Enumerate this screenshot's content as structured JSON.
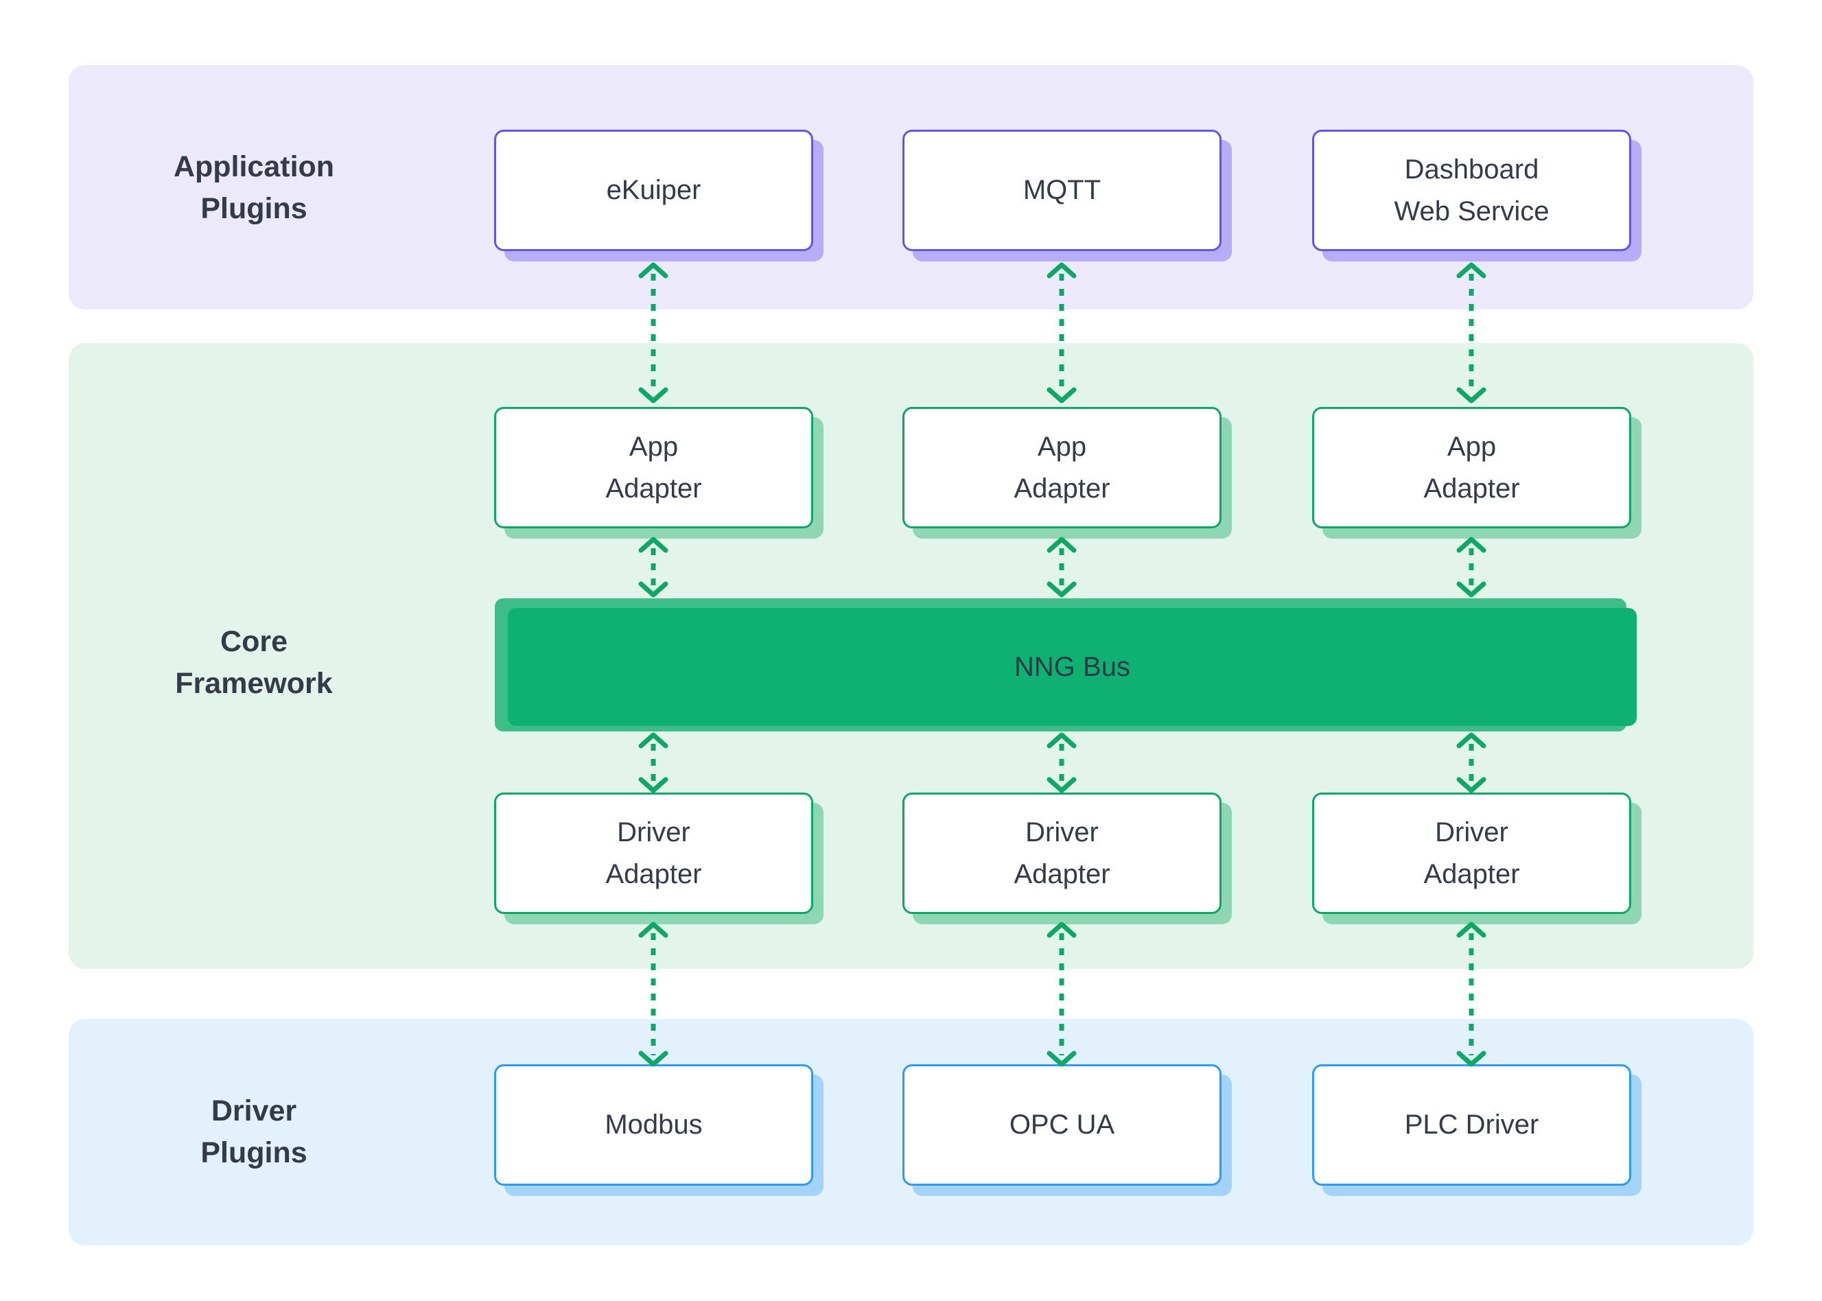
{
  "colors": {
    "band1_bg": "#ECE9FA",
    "band2_bg": "#E3F4EB",
    "band3_bg": "#E3F1FD",
    "purple_border": "#6355E8",
    "purple_shadow": "#B6ADF6",
    "green_border": "#0DA76A",
    "green_shadow": "#8FD7B4",
    "blue_border": "#2D9BF1",
    "blue_shadow": "#A3D3F9",
    "bus_dark": "#0FB173",
    "bus_light": "#3DBD87",
    "arrow": "#0FA768",
    "text": "#333B49"
  },
  "bands": [
    {
      "id": "application-plugins",
      "label_lines": [
        "Application",
        "Plugins"
      ]
    },
    {
      "id": "core-framework",
      "label_lines": [
        "Core",
        "Framework"
      ]
    },
    {
      "id": "driver-plugins",
      "label_lines": [
        "Driver",
        "Plugins"
      ]
    }
  ],
  "rows": {
    "app_plugins": {
      "boxes": [
        {
          "lines": [
            "eKuiper"
          ]
        },
        {
          "lines": [
            "MQTT"
          ]
        },
        {
          "lines": [
            "Dashboard",
            "Web Service"
          ]
        }
      ]
    },
    "app_adapters": {
      "boxes": [
        {
          "lines": [
            "App",
            "Adapter"
          ]
        },
        {
          "lines": [
            "App",
            "Adapter"
          ]
        },
        {
          "lines": [
            "App",
            "Adapter"
          ]
        }
      ]
    },
    "bus": {
      "label": "NNG Bus"
    },
    "driver_adapters": {
      "boxes": [
        {
          "lines": [
            "Driver",
            "Adapter"
          ]
        },
        {
          "lines": [
            "Driver",
            "Adapter"
          ]
        },
        {
          "lines": [
            "Driver",
            "Adapter"
          ]
        }
      ]
    },
    "driver_plugins": {
      "boxes": [
        {
          "lines": [
            "Modbus"
          ]
        },
        {
          "lines": [
            "OPC UA"
          ]
        },
        {
          "lines": [
            "PLC Driver"
          ]
        }
      ]
    }
  }
}
